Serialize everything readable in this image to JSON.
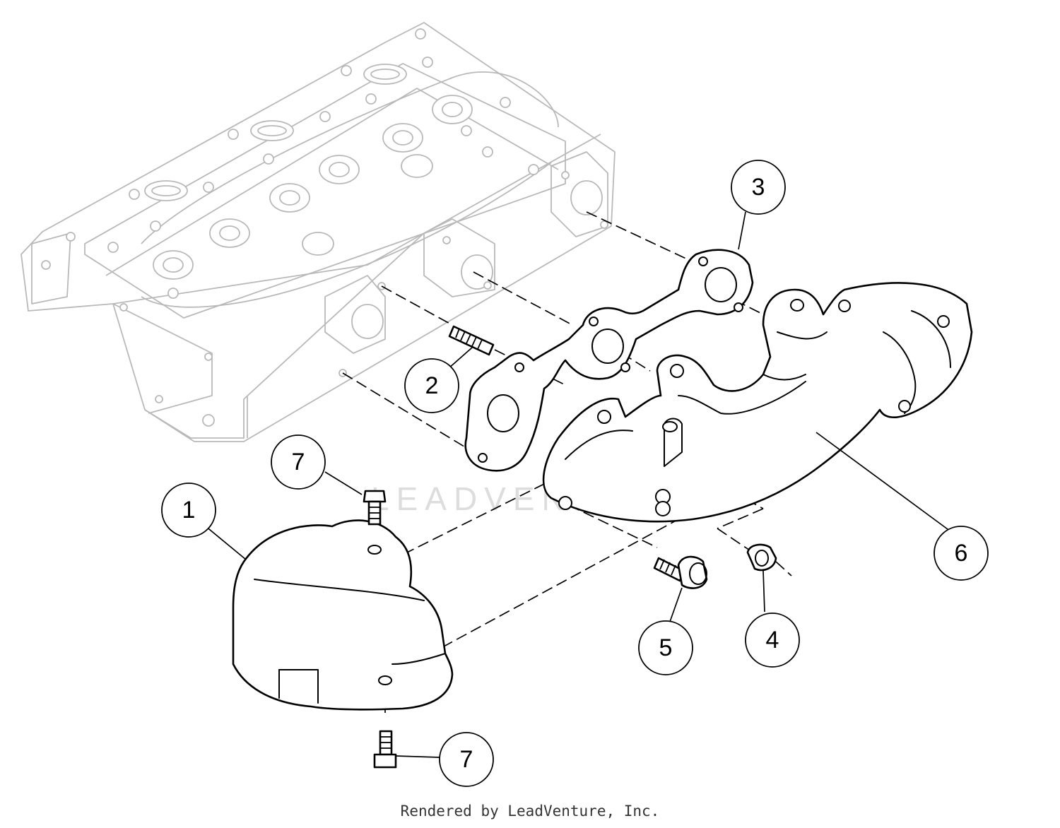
{
  "diagram": {
    "watermark": "LEADVENTURE",
    "footer": "Rendered by LeadVenture, Inc.",
    "callouts": [
      {
        "id": "c1",
        "label": "1"
      },
      {
        "id": "c2",
        "label": "2"
      },
      {
        "id": "c3",
        "label": "3"
      },
      {
        "id": "c4",
        "label": "4"
      },
      {
        "id": "c5",
        "label": "5"
      },
      {
        "id": "c6",
        "label": "6"
      },
      {
        "id": "c7a",
        "label": "7"
      },
      {
        "id": "c7b",
        "label": "7"
      }
    ]
  }
}
